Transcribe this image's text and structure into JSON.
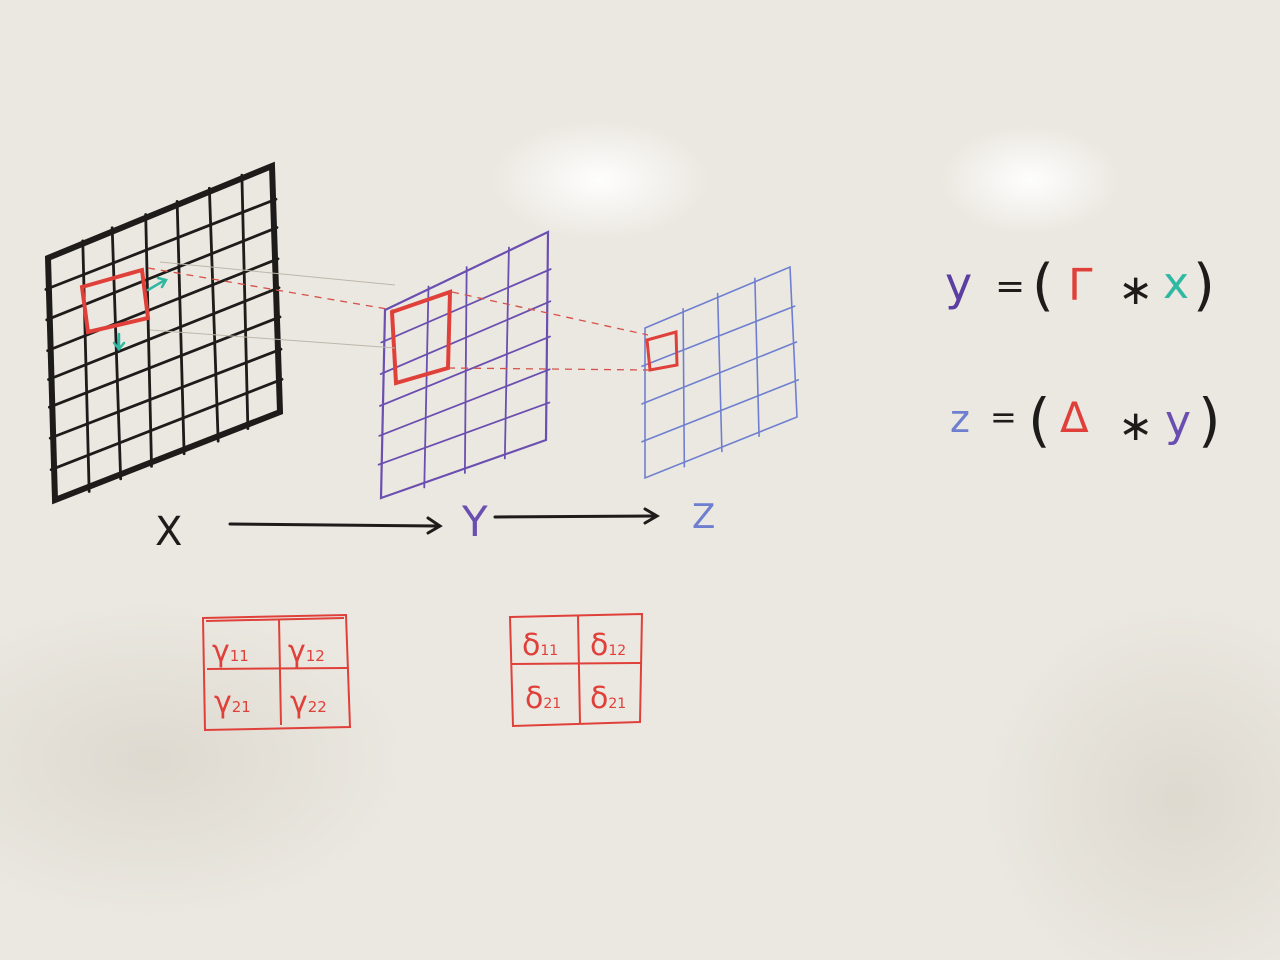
{
  "palette": {
    "board": "#ebe8e1",
    "black_marker": "#1e1c1a",
    "purple_marker": "#6b4fb0",
    "blue_marker": "#6f7fd0",
    "red_marker": "#e0403a",
    "teal_marker": "#2fb8a2"
  },
  "flow_labels": {
    "x": "X",
    "y": "Y",
    "z": "Z"
  },
  "equation_1": {
    "lhs": "y",
    "equals": "=",
    "open": "(",
    "kernel": "Γ",
    "op": "∗",
    "arg": "x",
    "close": ")"
  },
  "equation_2": {
    "lhs": "z",
    "equals": "=",
    "open": "(",
    "kernel": "Δ",
    "op": "∗",
    "arg": "y",
    "close": ")"
  },
  "gamma_kernel": {
    "cells": [
      {
        "sym": "γ",
        "sub": "11"
      },
      {
        "sym": "γ",
        "sub": "12"
      },
      {
        "sym": "γ",
        "sub": "21"
      },
      {
        "sym": "γ",
        "sub": "22"
      }
    ]
  },
  "delta_kernel": {
    "cells": [
      {
        "sym": "δ",
        "sub": "11"
      },
      {
        "sym": "δ",
        "sub": "12"
      },
      {
        "sym": "δ",
        "sub": "21"
      },
      {
        "sym": "δ",
        "sub": "21"
      }
    ]
  }
}
